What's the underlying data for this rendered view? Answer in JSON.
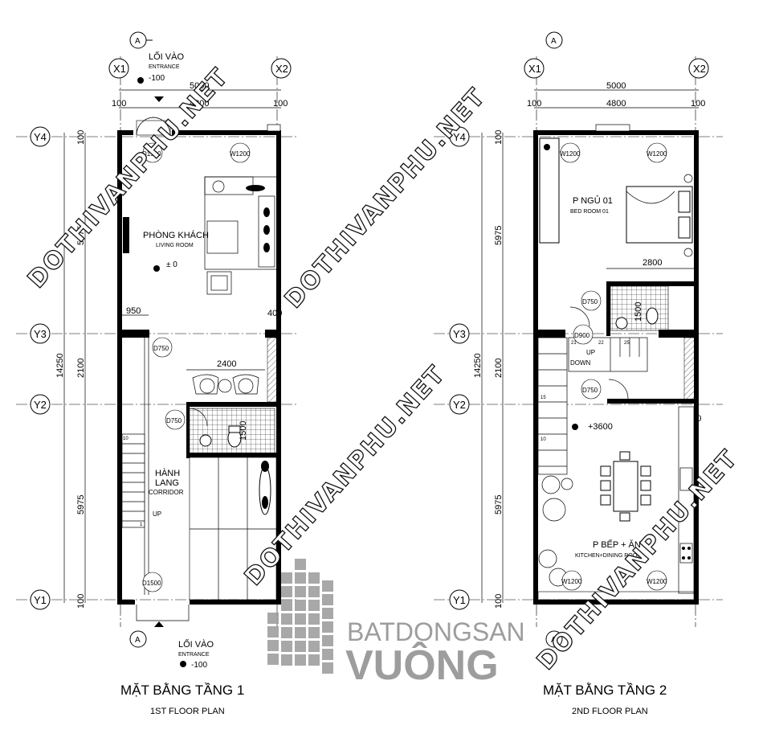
{
  "plan1": {
    "title": "MẶT BẰNG TẦNG 1",
    "subtitle": "1ST  FLOOR PLAN",
    "entrance_top": {
      "vi": "LỐI VÀO",
      "en": "ENTRANCE",
      "level": "-100"
    },
    "entrance_bottom": {
      "vi": "LỐI VÀO",
      "en": "ENTRANCE",
      "level": "-100"
    },
    "dims": {
      "total": "5000",
      "inner": "4800",
      "left": "100",
      "right": "100",
      "d950": "950",
      "d400": "400",
      "d2400": "2400",
      "d1500": "1500"
    },
    "vertical_dims": {
      "total": "14250",
      "top": "5975",
      "mid": "2100",
      "bottom": "5975",
      "t100": "100",
      "b100": "100"
    },
    "rooms": {
      "living_vi": "PHÒNG KHÁCH",
      "living_en": "LIVING ROOM",
      "level": "± 0",
      "corridor_vi1": "HÀNH",
      "corridor_vi2": "LANG",
      "corridor_en": "CORRIDOR",
      "up": "UP"
    },
    "doors": {
      "d1500_top": "D1500",
      "w1200": "W1200",
      "d750_a": "D750",
      "d750_b": "D750",
      "d1500_bottom": "D1500"
    },
    "stairs": {
      "s10": "10",
      "s1": "1"
    }
  },
  "plan2": {
    "title": "MẶT BẰNG TẦNG 2",
    "subtitle": "2ND  FLOOR PLAN",
    "dims": {
      "total": "5000",
      "inner": "4800",
      "left": "100",
      "right": "100",
      "d2800": "2800",
      "d400": "400",
      "d1500": "1500"
    },
    "vertical_dims": {
      "total": "14250",
      "top": "5975",
      "mid": "2100",
      "bottom": "5975",
      "t100": "100",
      "b100": "100"
    },
    "rooms": {
      "bed_vi": "P NGỦ 01",
      "bed_en": "BED ROOM 01",
      "kitchen_vi": "P BẾP + ĂN",
      "kitchen_en": "KITCHEN+DINING ROOM",
      "level": "+3600",
      "up": "UP",
      "down": "DOWN"
    },
    "doors": {
      "w1200_a": "W1200",
      "w1200_b": "W1200",
      "d750_a": "D750",
      "d900": "D900",
      "d750_b": "D750",
      "w1200_c": "W1200",
      "w1200_d": "W1200"
    },
    "stairs": {
      "s21": "21",
      "s22": "22",
      "s25": "25",
      "s15": "15",
      "s10": "10"
    }
  },
  "axes": {
    "a": "A",
    "x1": "X1",
    "x2": "X2",
    "y1": "Y1",
    "y2": "Y2",
    "y3": "Y3",
    "y4": "Y4"
  },
  "watermark": "DOTHIVANPHU.NET",
  "logo": {
    "line1": "BATDONGSAN",
    "line2": "VUÔNG"
  }
}
